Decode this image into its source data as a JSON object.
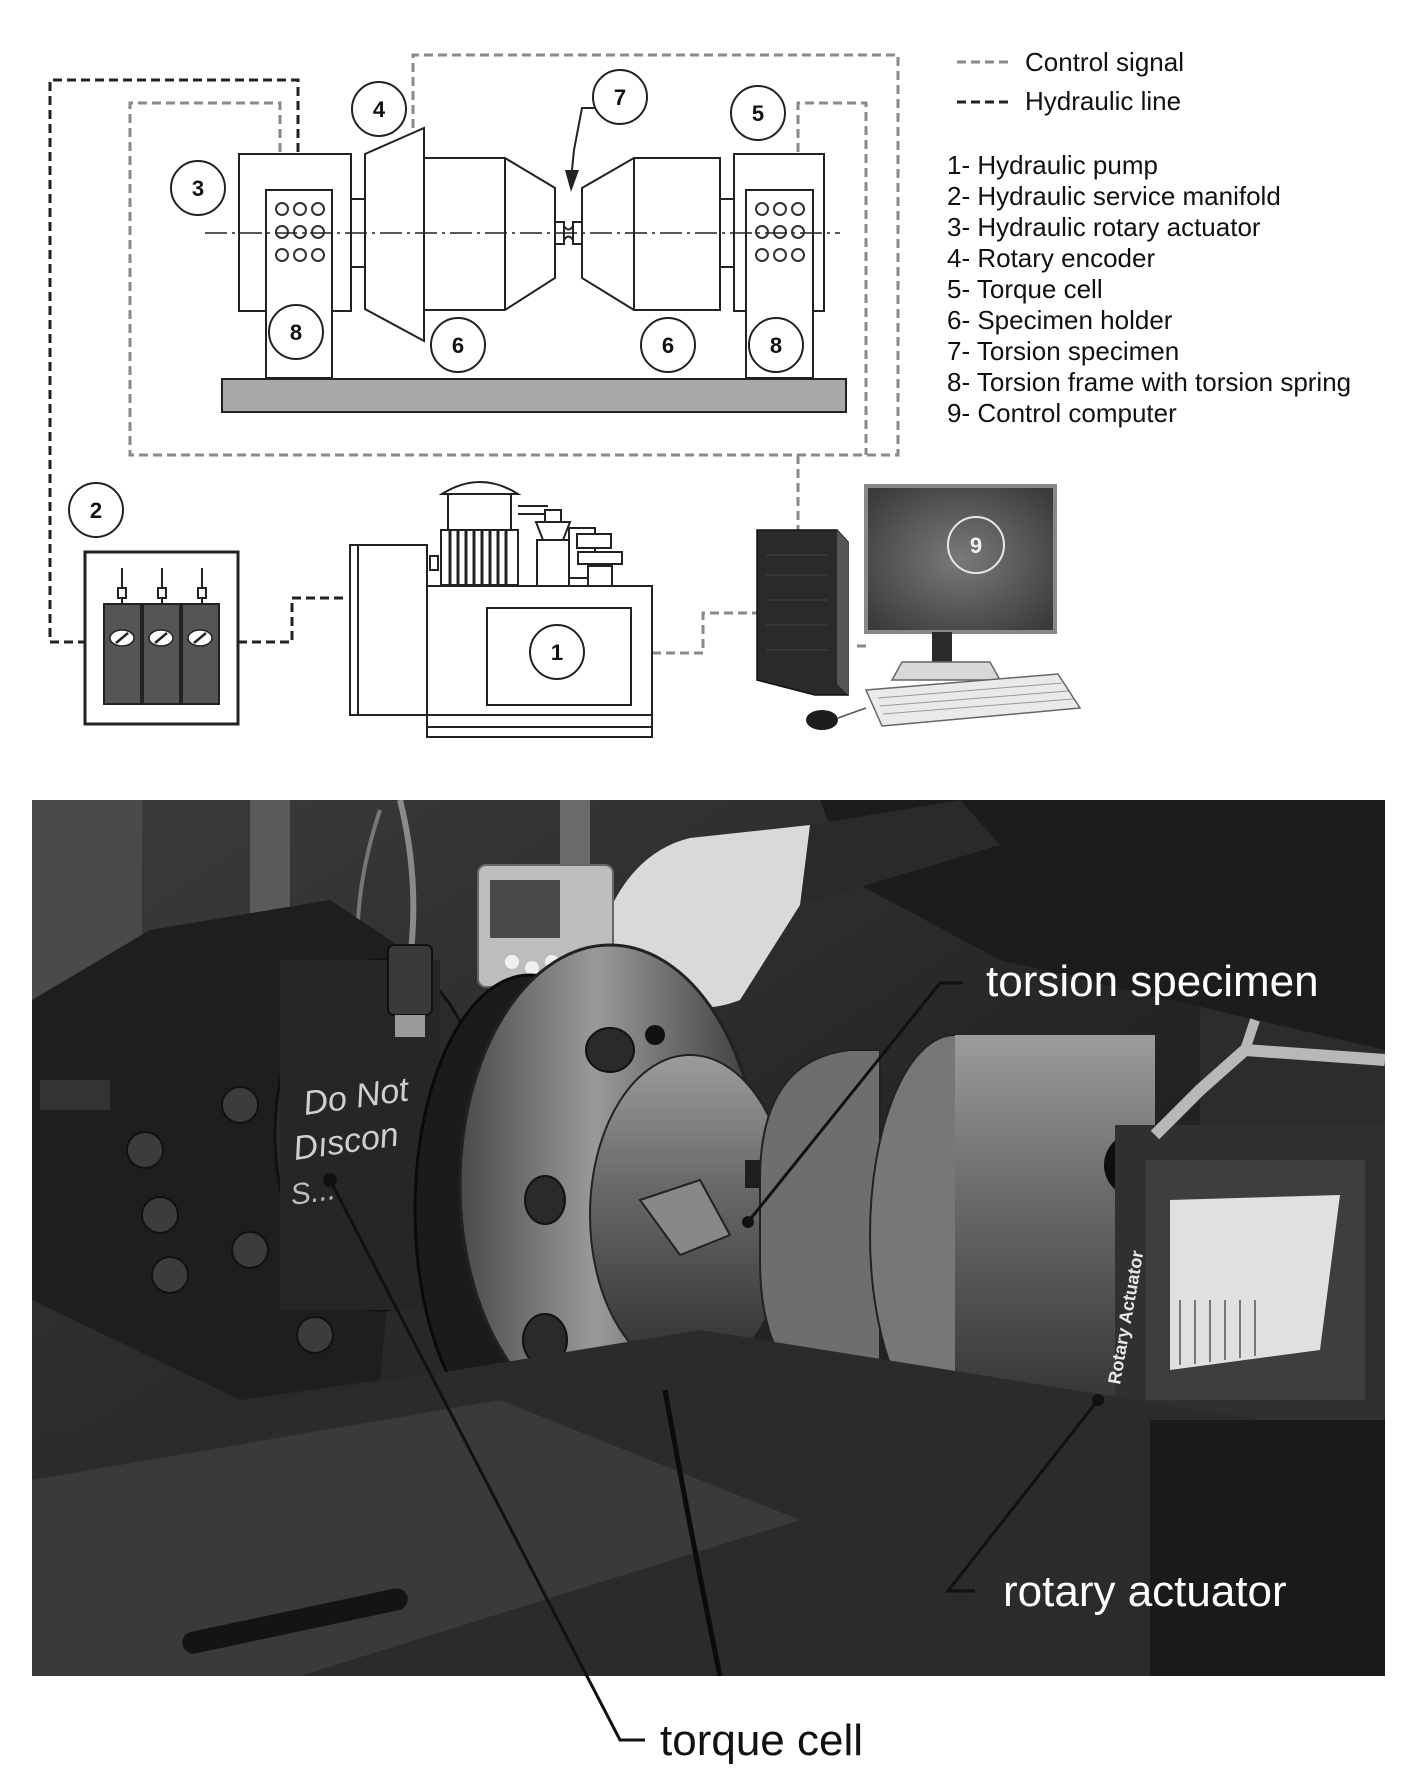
{
  "legend": {
    "control_signal": "Control signal",
    "hydraulic_line": "Hydraulic line"
  },
  "components": [
    "1- Hydraulic pump",
    "2- Hydraulic service manifold",
    "3- Hydraulic rotary actuator",
    "4- Rotary encoder",
    "5- Torque cell",
    "6- Specimen holder",
    "7- Torsion specimen",
    "8- Torsion frame with torsion spring",
    "9- Control computer"
  ],
  "markers": {
    "m1": "1",
    "m2": "2",
    "m3": "3",
    "m4": "4",
    "m5": "5",
    "m6a": "6",
    "m6b": "6",
    "m7": "7",
    "m8a": "8",
    "m8b": "8",
    "m9": "9"
  },
  "photo_labels": {
    "torsion_specimen": "torsion specimen",
    "rotary_actuator": "rotary actuator",
    "torque_cell": "torque cell",
    "chalk_text": [
      "Do Not",
      "Dıscon",
      "S..."
    ],
    "actuator_plate": "Rotary Actuator"
  },
  "colors": {
    "control_signal": "#8a8a8a",
    "hydraulic_line": "#222222",
    "base_plate": "#a9a9a9",
    "manifold_block": "#555555"
  }
}
